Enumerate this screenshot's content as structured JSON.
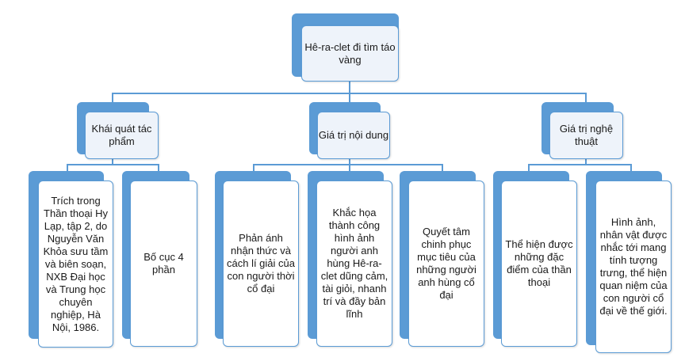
{
  "root": {
    "label": "Hê-ra-clet đi tìm táo vàng"
  },
  "branches": [
    {
      "label": "Khái quát tác phẩm",
      "children": [
        {
          "label": "Trích trong Thần thoại Hy Lạp, tập 2, do Nguyễn Văn Khỏa sưu tầm và biên soạn, NXB Đại học và Trung học chuyên nghiệp, Hà Nội, 1986."
        },
        {
          "label": "Bố cục 4 phần"
        }
      ]
    },
    {
      "label": "Giá trị nội dung",
      "children": [
        {
          "label": "Phản ánh nhận thức và cách lí giải của con người thời cổ đại"
        },
        {
          "label": "Khắc họa thành công hình ảnh người anh hùng Hê-ra-clet dũng cảm, tài giỏi, nhanh trí và đầy bản lĩnh"
        },
        {
          "label": "Quyết tâm chinh phục mục tiêu của những người anh hùng cổ đại"
        }
      ]
    },
    {
      "label": "Giá trị nghệ thuật",
      "children": [
        {
          "label": "Thể hiện được những đặc điểm của thần thoại"
        },
        {
          "label": "Hình ảnh, nhân vật được nhắc tới mang tính tượng trưng, thể hiện quan niệm của con người cổ đại về thế giới."
        }
      ]
    }
  ],
  "colors": {
    "accent": "#5b9bd5",
    "line": "#5b9bd5",
    "box_fill": "#ffffff",
    "header_fill": "#eef3fa"
  }
}
